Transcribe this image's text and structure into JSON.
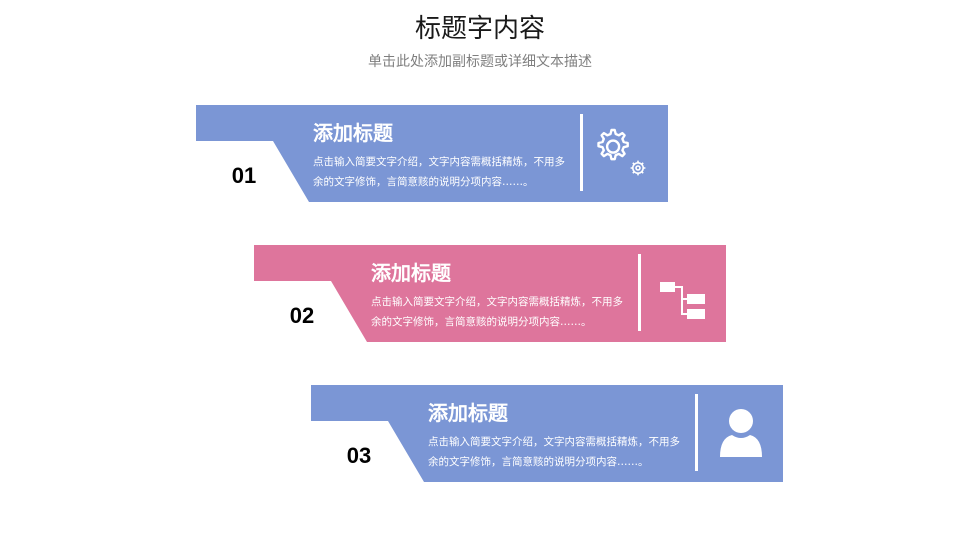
{
  "header": {
    "title": "标题字内容",
    "subtitle": "单击此处添加副标题或详细文本描述"
  },
  "cards": [
    {
      "number": "01",
      "title": "添加标题",
      "description": "点击输入简要文字介绍，文字内容需概括精炼，不用多余的文字修饰，言简意赅的说明分项内容……。",
      "color": "#7b96d5",
      "icon": "gear-icon"
    },
    {
      "number": "02",
      "title": "添加标题",
      "description": "点击输入简要文字介绍，文字内容需概括精炼，不用多余的文字修饰，言简意赅的说明分项内容……。",
      "color": "#de759c",
      "icon": "hierarchy-icon"
    },
    {
      "number": "03",
      "title": "添加标题",
      "description": "点击输入简要文字介绍，文字内容需概括精炼，不用多余的文字修饰，言简意赅的说明分项内容……。",
      "color": "#7b96d5",
      "icon": "user-icon"
    }
  ]
}
